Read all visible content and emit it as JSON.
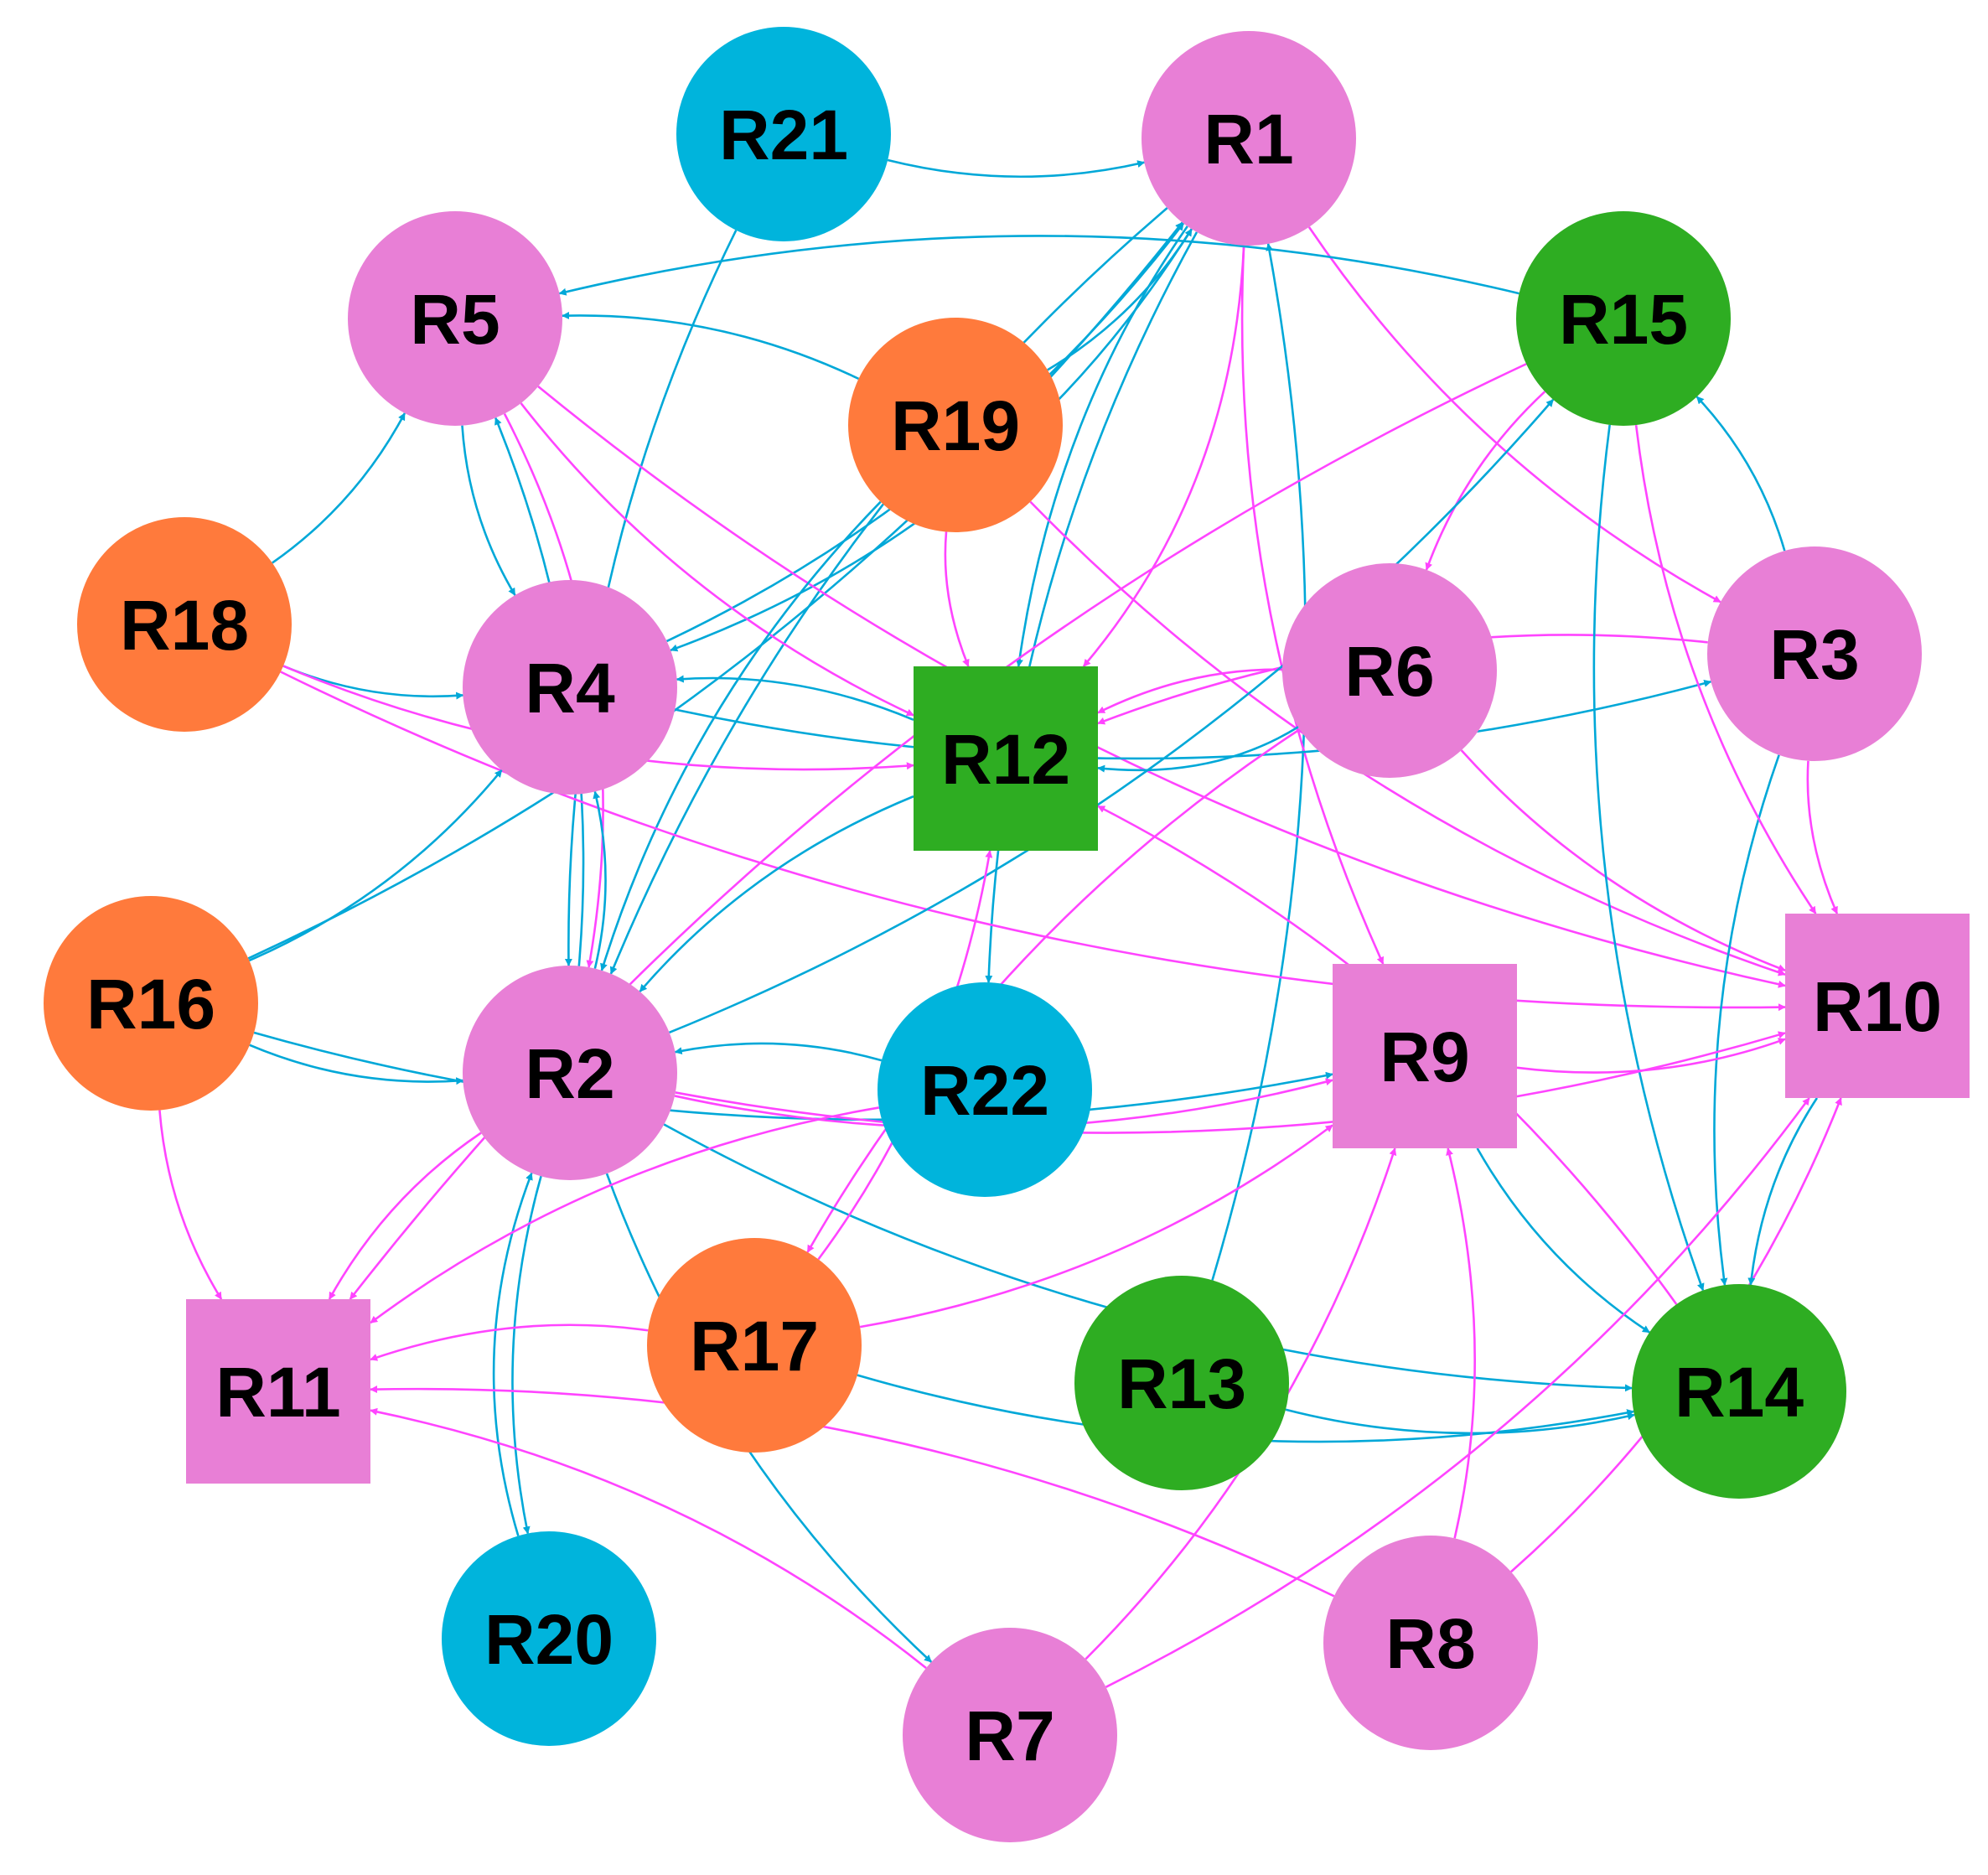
{
  "colors": {
    "blue_edge": "#00A8D8",
    "pink_edge": "#FF44FF",
    "pink_node": "#E87FD6",
    "orange_node": "#FF7A3C",
    "green_node": "#2EAD22",
    "cyan_node": "#00B4DC"
  },
  "nodes": [
    {
      "id": "R1",
      "label": "R1",
      "shape": "circle",
      "group": "pink"
    },
    {
      "id": "R2",
      "label": "R2",
      "shape": "circle",
      "group": "pink"
    },
    {
      "id": "R3",
      "label": "R3",
      "shape": "circle",
      "group": "pink"
    },
    {
      "id": "R4",
      "label": "R4",
      "shape": "circle",
      "group": "pink"
    },
    {
      "id": "R5",
      "label": "R5",
      "shape": "circle",
      "group": "pink"
    },
    {
      "id": "R6",
      "label": "R6",
      "shape": "circle",
      "group": "pink"
    },
    {
      "id": "R7",
      "label": "R7",
      "shape": "circle",
      "group": "pink"
    },
    {
      "id": "R8",
      "label": "R8",
      "shape": "circle",
      "group": "pink"
    },
    {
      "id": "R9",
      "label": "R9",
      "shape": "square",
      "group": "pink"
    },
    {
      "id": "R10",
      "label": "R10",
      "shape": "square",
      "group": "pink"
    },
    {
      "id": "R11",
      "label": "R11",
      "shape": "square",
      "group": "pink"
    },
    {
      "id": "R12",
      "label": "R12",
      "shape": "square",
      "group": "green"
    },
    {
      "id": "R13",
      "label": "R13",
      "shape": "circle",
      "group": "green"
    },
    {
      "id": "R14",
      "label": "R14",
      "shape": "circle",
      "group": "green"
    },
    {
      "id": "R15",
      "label": "R15",
      "shape": "circle",
      "group": "green"
    },
    {
      "id": "R16",
      "label": "R16",
      "shape": "circle",
      "group": "orange"
    },
    {
      "id": "R17",
      "label": "R17",
      "shape": "circle",
      "group": "orange"
    },
    {
      "id": "R18",
      "label": "R18",
      "shape": "circle",
      "group": "orange"
    },
    {
      "id": "R19",
      "label": "R19",
      "shape": "circle",
      "group": "orange"
    },
    {
      "id": "R20",
      "label": "R20",
      "shape": "circle",
      "group": "cyan"
    },
    {
      "id": "R21",
      "label": "R21",
      "shape": "circle",
      "group": "cyan"
    },
    {
      "id": "R22",
      "label": "R22",
      "shape": "circle",
      "group": "cyan"
    }
  ],
  "edges": [
    {
      "from": "R21",
      "to": "R1",
      "color": "blue"
    },
    {
      "from": "R21",
      "to": "R2",
      "color": "blue"
    },
    {
      "from": "R16",
      "to": "R1",
      "color": "blue"
    },
    {
      "from": "R19",
      "to": "R1",
      "color": "blue"
    },
    {
      "from": "R4",
      "to": "R1",
      "color": "blue"
    },
    {
      "from": "R1",
      "to": "R4",
      "color": "blue"
    },
    {
      "from": "R1",
      "to": "R2",
      "color": "blue"
    },
    {
      "from": "R1",
      "to": "R12",
      "color": "blue"
    },
    {
      "from": "R1",
      "to": "R22",
      "color": "blue"
    },
    {
      "from": "R13",
      "to": "R1",
      "color": "blue"
    },
    {
      "from": "R1",
      "to": "R12",
      "color": "pink"
    },
    {
      "from": "R1",
      "to": "R9",
      "color": "pink"
    },
    {
      "from": "R1",
      "to": "R3",
      "color": "pink"
    },
    {
      "from": "R19",
      "to": "R5",
      "color": "blue"
    },
    {
      "from": "R15",
      "to": "R5",
      "color": "blue"
    },
    {
      "from": "R5",
      "to": "R4",
      "color": "blue"
    },
    {
      "from": "R2",
      "to": "R5",
      "color": "blue"
    },
    {
      "from": "R18",
      "to": "R5",
      "color": "blue"
    },
    {
      "from": "R5",
      "to": "R12",
      "color": "pink"
    },
    {
      "from": "R5",
      "to": "R10",
      "color": "pink"
    },
    {
      "from": "R5",
      "to": "R2",
      "color": "pink"
    },
    {
      "from": "R19",
      "to": "R12",
      "color": "pink"
    },
    {
      "from": "R19",
      "to": "R2",
      "color": "blue"
    },
    {
      "from": "R19",
      "to": "R10",
      "color": "pink"
    },
    {
      "from": "R18",
      "to": "R4",
      "color": "blue"
    },
    {
      "from": "R18",
      "to": "R12",
      "color": "pink"
    },
    {
      "from": "R18",
      "to": "R10",
      "color": "pink"
    },
    {
      "from": "R4",
      "to": "R3",
      "color": "blue"
    },
    {
      "from": "R12",
      "to": "R4",
      "color": "blue"
    },
    {
      "from": "R12",
      "to": "R2",
      "color": "blue"
    },
    {
      "from": "R6",
      "to": "R12",
      "color": "pink"
    },
    {
      "from": "R6",
      "to": "R12",
      "color": "blue"
    },
    {
      "from": "R6",
      "to": "R10",
      "color": "pink"
    },
    {
      "from": "R6",
      "to": "R17",
      "color": "pink"
    },
    {
      "from": "R15",
      "to": "R6",
      "color": "pink"
    },
    {
      "from": "R3",
      "to": "R15",
      "color": "blue"
    },
    {
      "from": "R3",
      "to": "R12",
      "color": "pink"
    },
    {
      "from": "R3",
      "to": "R10",
      "color": "pink"
    },
    {
      "from": "R3",
      "to": "R14",
      "color": "blue"
    },
    {
      "from": "R15",
      "to": "R10",
      "color": "pink"
    },
    {
      "from": "R15",
      "to": "R14",
      "color": "blue"
    },
    {
      "from": "R15",
      "to": "R11",
      "color": "pink"
    },
    {
      "from": "R16",
      "to": "R4",
      "color": "blue"
    },
    {
      "from": "R16",
      "to": "R2",
      "color": "blue"
    },
    {
      "from": "R16",
      "to": "R9",
      "color": "blue"
    },
    {
      "from": "R16",
      "to": "R11",
      "color": "pink"
    },
    {
      "from": "R2",
      "to": "R4",
      "color": "blue"
    },
    {
      "from": "R2",
      "to": "R9",
      "color": "pink"
    },
    {
      "from": "R2",
      "to": "R10",
      "color": "pink"
    },
    {
      "from": "R2",
      "to": "R11",
      "color": "pink"
    },
    {
      "from": "R2",
      "to": "R14",
      "color": "blue"
    },
    {
      "from": "R2",
      "to": "R15",
      "color": "blue"
    },
    {
      "from": "R2",
      "to": "R7",
      "color": "blue"
    },
    {
      "from": "R2",
      "to": "R20",
      "color": "blue"
    },
    {
      "from": "R20",
      "to": "R2",
      "color": "blue"
    },
    {
      "from": "R22",
      "to": "R2",
      "color": "blue"
    },
    {
      "from": "R22",
      "to": "R11",
      "color": "pink"
    },
    {
      "from": "R17",
      "to": "R12",
      "color": "pink"
    },
    {
      "from": "R17",
      "to": "R11",
      "color": "pink"
    },
    {
      "from": "R17",
      "to": "R14",
      "color": "blue"
    },
    {
      "from": "R17",
      "to": "R9",
      "color": "pink"
    },
    {
      "from": "R9",
      "to": "R10",
      "color": "pink"
    },
    {
      "from": "R9",
      "to": "R14",
      "color": "blue"
    },
    {
      "from": "R13",
      "to": "R14",
      "color": "blue"
    },
    {
      "from": "R7",
      "to": "R9",
      "color": "pink"
    },
    {
      "from": "R7",
      "to": "R11",
      "color": "pink"
    },
    {
      "from": "R7",
      "to": "R10",
      "color": "pink"
    },
    {
      "from": "R8",
      "to": "R10",
      "color": "pink"
    },
    {
      "from": "R8",
      "to": "R9",
      "color": "pink"
    },
    {
      "from": "R8",
      "to": "R11",
      "color": "pink"
    },
    {
      "from": "R14",
      "to": "R12",
      "color": "pink"
    },
    {
      "from": "R10",
      "to": "R14",
      "color": "blue"
    }
  ]
}
